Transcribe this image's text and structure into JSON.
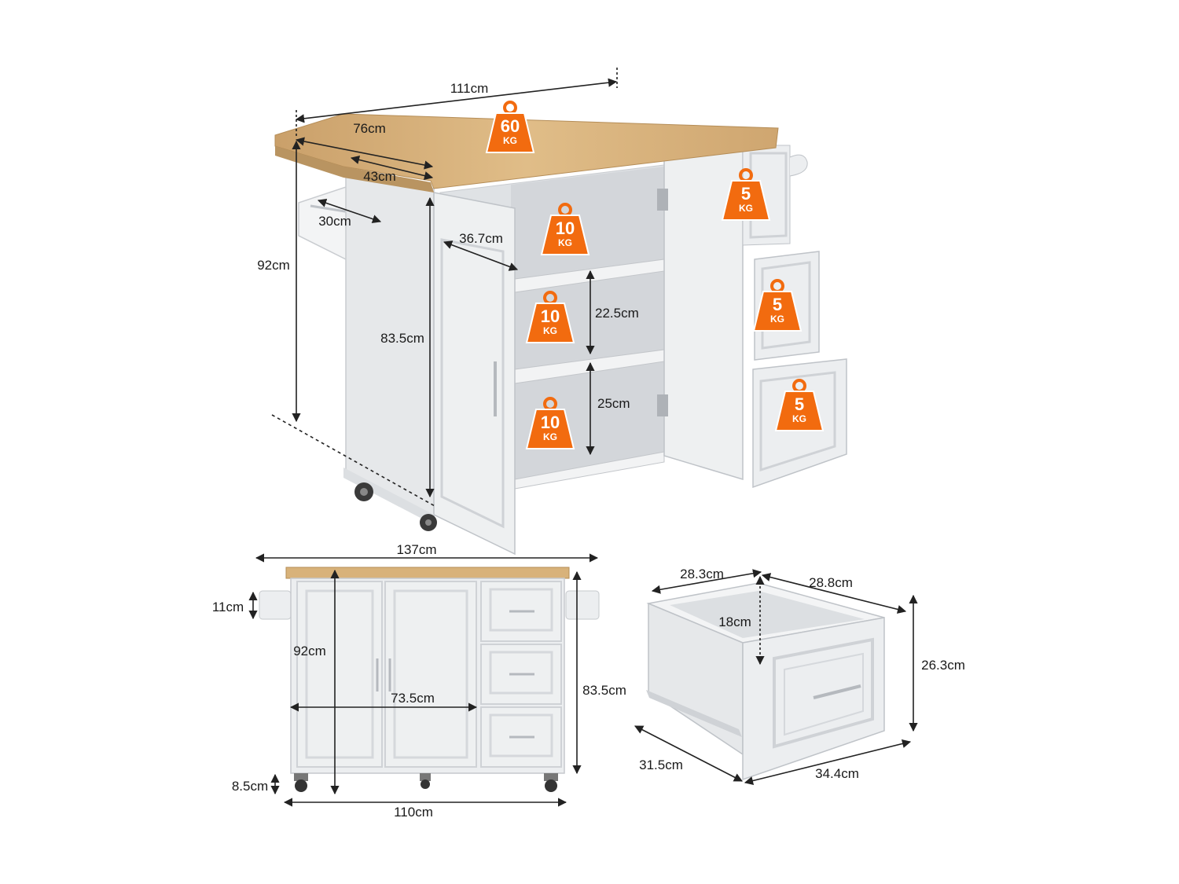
{
  "main_view": {
    "dims": {
      "top_length": "111cm",
      "top_depth": "76cm",
      "cabinet_depth": "43cm",
      "rack_width": "30cm",
      "shelf_depth": "36.7cm",
      "total_height": "92cm",
      "cabinet_height": "83.5cm",
      "upper_gap": "22.5cm",
      "lower_gap": "25cm"
    },
    "loads": {
      "top": {
        "value": "60",
        "unit": "KG"
      },
      "shelf_1": {
        "value": "10",
        "unit": "KG"
      },
      "shelf_2": {
        "value": "10",
        "unit": "KG"
      },
      "shelf_3": {
        "value": "10",
        "unit": "KG"
      },
      "drawer_1": {
        "value": "5",
        "unit": "KG"
      },
      "drawer_2": {
        "value": "5",
        "unit": "KG"
      },
      "drawer_3": {
        "value": "5",
        "unit": "KG"
      }
    }
  },
  "front_view": {
    "dims": {
      "overall_width": "137cm",
      "rack_height": "11cm",
      "total_height": "92cm",
      "inner_width": "73.5cm",
      "cabinet_height": "83.5cm",
      "wheel_height": "8.5cm",
      "cabinet_width": "110cm"
    }
  },
  "drawer_view": {
    "dims": {
      "inner_width": "28.3cm",
      "inner_depth": "28.8cm",
      "inner_height": "18cm",
      "front_height": "26.3cm",
      "outer_depth": "31.5cm",
      "front_width": "34.4cm"
    }
  },
  "colors": {
    "load_badge": "#f26b0f",
    "wood_top": "#d8b27a",
    "cabinet": "#eceef0",
    "line": "#222222"
  }
}
